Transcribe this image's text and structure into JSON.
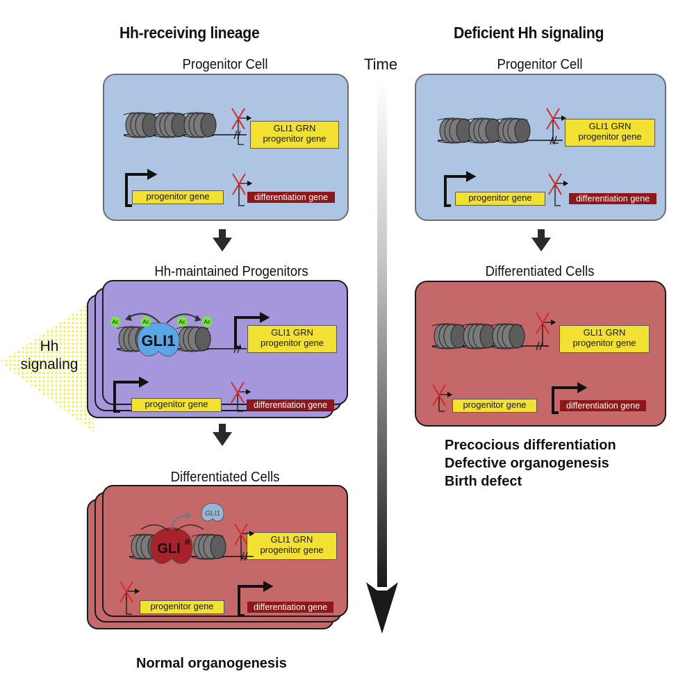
{
  "columns": {
    "left_title": "Hh-receiving lineage",
    "right_title": "Deficient Hh signaling"
  },
  "time_label": "Time",
  "signal": {
    "line1": "Hh",
    "line2": "signaling",
    "color": "#f2ec57"
  },
  "colors": {
    "progenitor_bg": "#adc4e3",
    "maintained_bg": "#a697dc",
    "differentiated_bg": "#c4686a",
    "gene_yellow": "#f2e033",
    "gene_red": "#8e1719",
    "repress_x": "#d42a2a",
    "acetyl_green": "#7be34a",
    "gli1_blue": "#5aa6e6"
  },
  "left": {
    "panel1": {
      "title": "Progenitor Cell",
      "gli1_gene": [
        "GLI1 GRN",
        "progenitor gene"
      ],
      "progenitor_gene": "progenitor gene",
      "differentiation_gene": "differentiation gene",
      "gli1_gene_repressed": true,
      "progenitor_gene_active": true,
      "differentiation_gene_repressed": true
    },
    "panel2": {
      "title": "Hh-maintained Progenitors",
      "factor": "GLI1",
      "acetyl": "Ac",
      "gli1_gene": [
        "GLI1 GRN",
        "progenitor gene"
      ],
      "progenitor_gene": "progenitor gene",
      "differentiation_gene": "differentiation gene"
    },
    "panel3": {
      "title": "Differentiated Cells",
      "repressor": "GLI",
      "repressor_sup": "R",
      "released_factor": "GLI1",
      "gli1_gene": [
        "GLI1 GRN",
        "progenitor gene"
      ],
      "progenitor_gene": "progenitor gene",
      "differentiation_gene": "differentiation gene"
    },
    "outcome": "Normal organogenesis"
  },
  "right": {
    "panel1": {
      "title": "Progenitor  Cell",
      "gli1_gene": [
        "GLI1 GRN",
        "progenitor gene"
      ],
      "progenitor_gene": "progenitor gene",
      "differentiation_gene": "differentiation gene"
    },
    "panel2": {
      "title": "Differentiated Cells",
      "gli1_gene": [
        "GLI1 GRN",
        "progenitor gene"
      ],
      "progenitor_gene": "progenitor gene",
      "differentiation_gene": "differentiation gene"
    },
    "outcomes": [
      "Precocious differentiation",
      "Defective organogenesis",
      "Birth defect"
    ]
  }
}
